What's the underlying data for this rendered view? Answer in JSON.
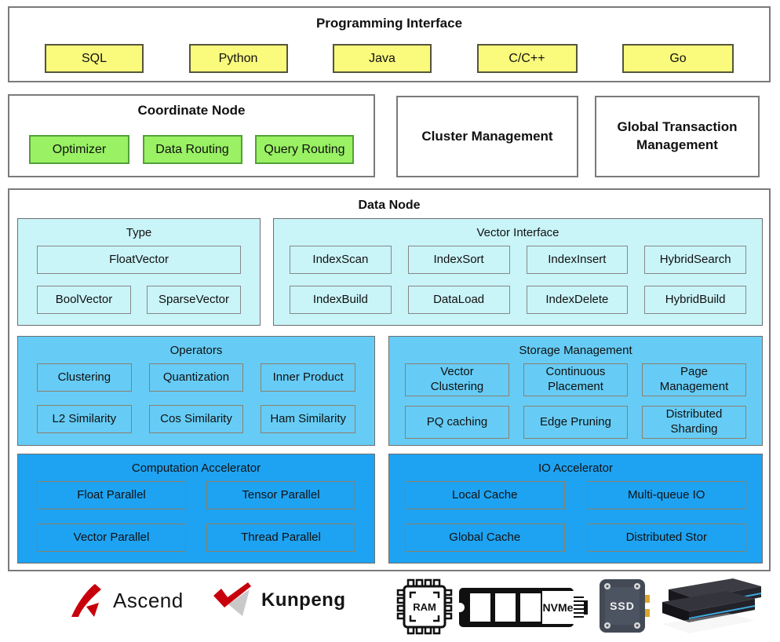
{
  "programming_interface": {
    "title": "Programming Interface",
    "items": [
      "SQL",
      "Python",
      "Java",
      "C/C++",
      "Go"
    ]
  },
  "coordinate_node": {
    "title": "Coordinate Node",
    "items": [
      "Optimizer",
      "Data Routing",
      "Query Routing"
    ]
  },
  "cluster_management": {
    "title": "Cluster Management"
  },
  "global_transaction_management": {
    "title": "Global Transaction Management"
  },
  "data_node": {
    "title": "Data Node",
    "type": {
      "title": "Type",
      "row1": [
        "FloatVector"
      ],
      "row2": [
        "BoolVector",
        "SparseVector"
      ]
    },
    "vector_interface": {
      "title": "Vector Interface",
      "row1": [
        "IndexScan",
        "IndexSort",
        "IndexInsert",
        "HybridSearch"
      ],
      "row2": [
        "IndexBuild",
        "DataLoad",
        "IndexDelete",
        "HybridBuild"
      ]
    },
    "operators": {
      "title": "Operators",
      "row1": [
        "Clustering",
        "Quantization",
        "Inner Product"
      ],
      "row2": [
        "L2 Similarity",
        "Cos Similarity",
        "Ham Similarity"
      ]
    },
    "storage_management": {
      "title": "Storage Management",
      "row1": [
        "Vector Clustering",
        "Continuous Placement",
        "Page Management"
      ],
      "row2": [
        "PQ caching",
        "Edge Pruning",
        "Distributed Sharding"
      ]
    },
    "computation_accelerator": {
      "title": "Computation Accelerator",
      "row1": [
        "Float Parallel",
        "Tensor Parallel"
      ],
      "row2": [
        "Vector Parallel",
        "Thread Parallel"
      ]
    },
    "io_accelerator": {
      "title": "IO Accelerator",
      "row1": [
        "Local Cache",
        "Multi-queue IO"
      ],
      "row2": [
        "Global Cache",
        "Distributed Stor"
      ]
    }
  },
  "hardware": {
    "ascend": "Ascend",
    "kunpeng": "Kunpeng",
    "ram": "RAM",
    "nvme": "NVMe",
    "ssd": "SSD"
  },
  "colors": {
    "interface_yellow": "#fafa7d",
    "node_green": "#99f163",
    "layer_cyan": "#c9f4f8",
    "layer_blue": "#66ccf5",
    "layer_dark_blue": "#1ea3f2",
    "brand_red": "#c7000b"
  }
}
